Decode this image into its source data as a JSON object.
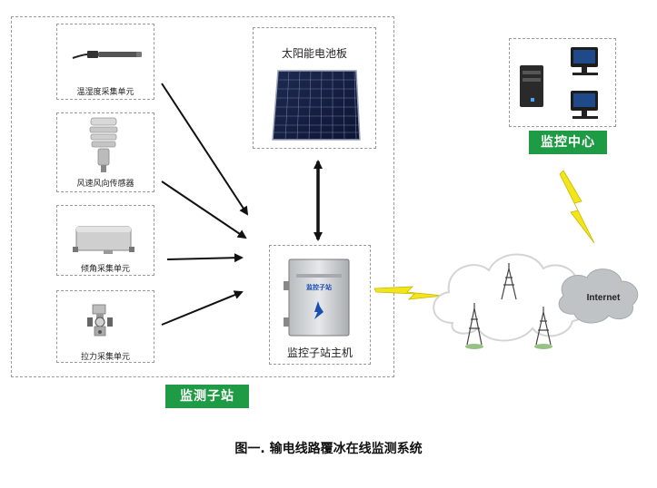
{
  "diagram": {
    "sensors": [
      {
        "id": "temp",
        "label": "温湿度采集单元",
        "icon": "temp-humidity-probe-icon"
      },
      {
        "id": "wind",
        "label": "风速风向传感器",
        "icon": "wind-sensor-icon"
      },
      {
        "id": "tilt",
        "label": "倾角采集单元",
        "icon": "tilt-box-icon"
      },
      {
        "id": "tension",
        "label": "拉力采集单元",
        "icon": "tension-clamp-icon"
      }
    ],
    "solar_panel": {
      "label": "太阳能电池板"
    },
    "host": {
      "label": "监控子站主机",
      "cabinet_text": "监控子站"
    },
    "station": {
      "label": "监测子站"
    },
    "center": {
      "label": "监控中心"
    },
    "network": {
      "label": "Internet"
    },
    "caption": "图一. 输电线路覆冰在线监测系统",
    "colors": {
      "green": "#1f9a45",
      "dashed_border": "#9a9a9a",
      "lightning": "#f2e51a",
      "cloud": "#ffffff"
    }
  }
}
